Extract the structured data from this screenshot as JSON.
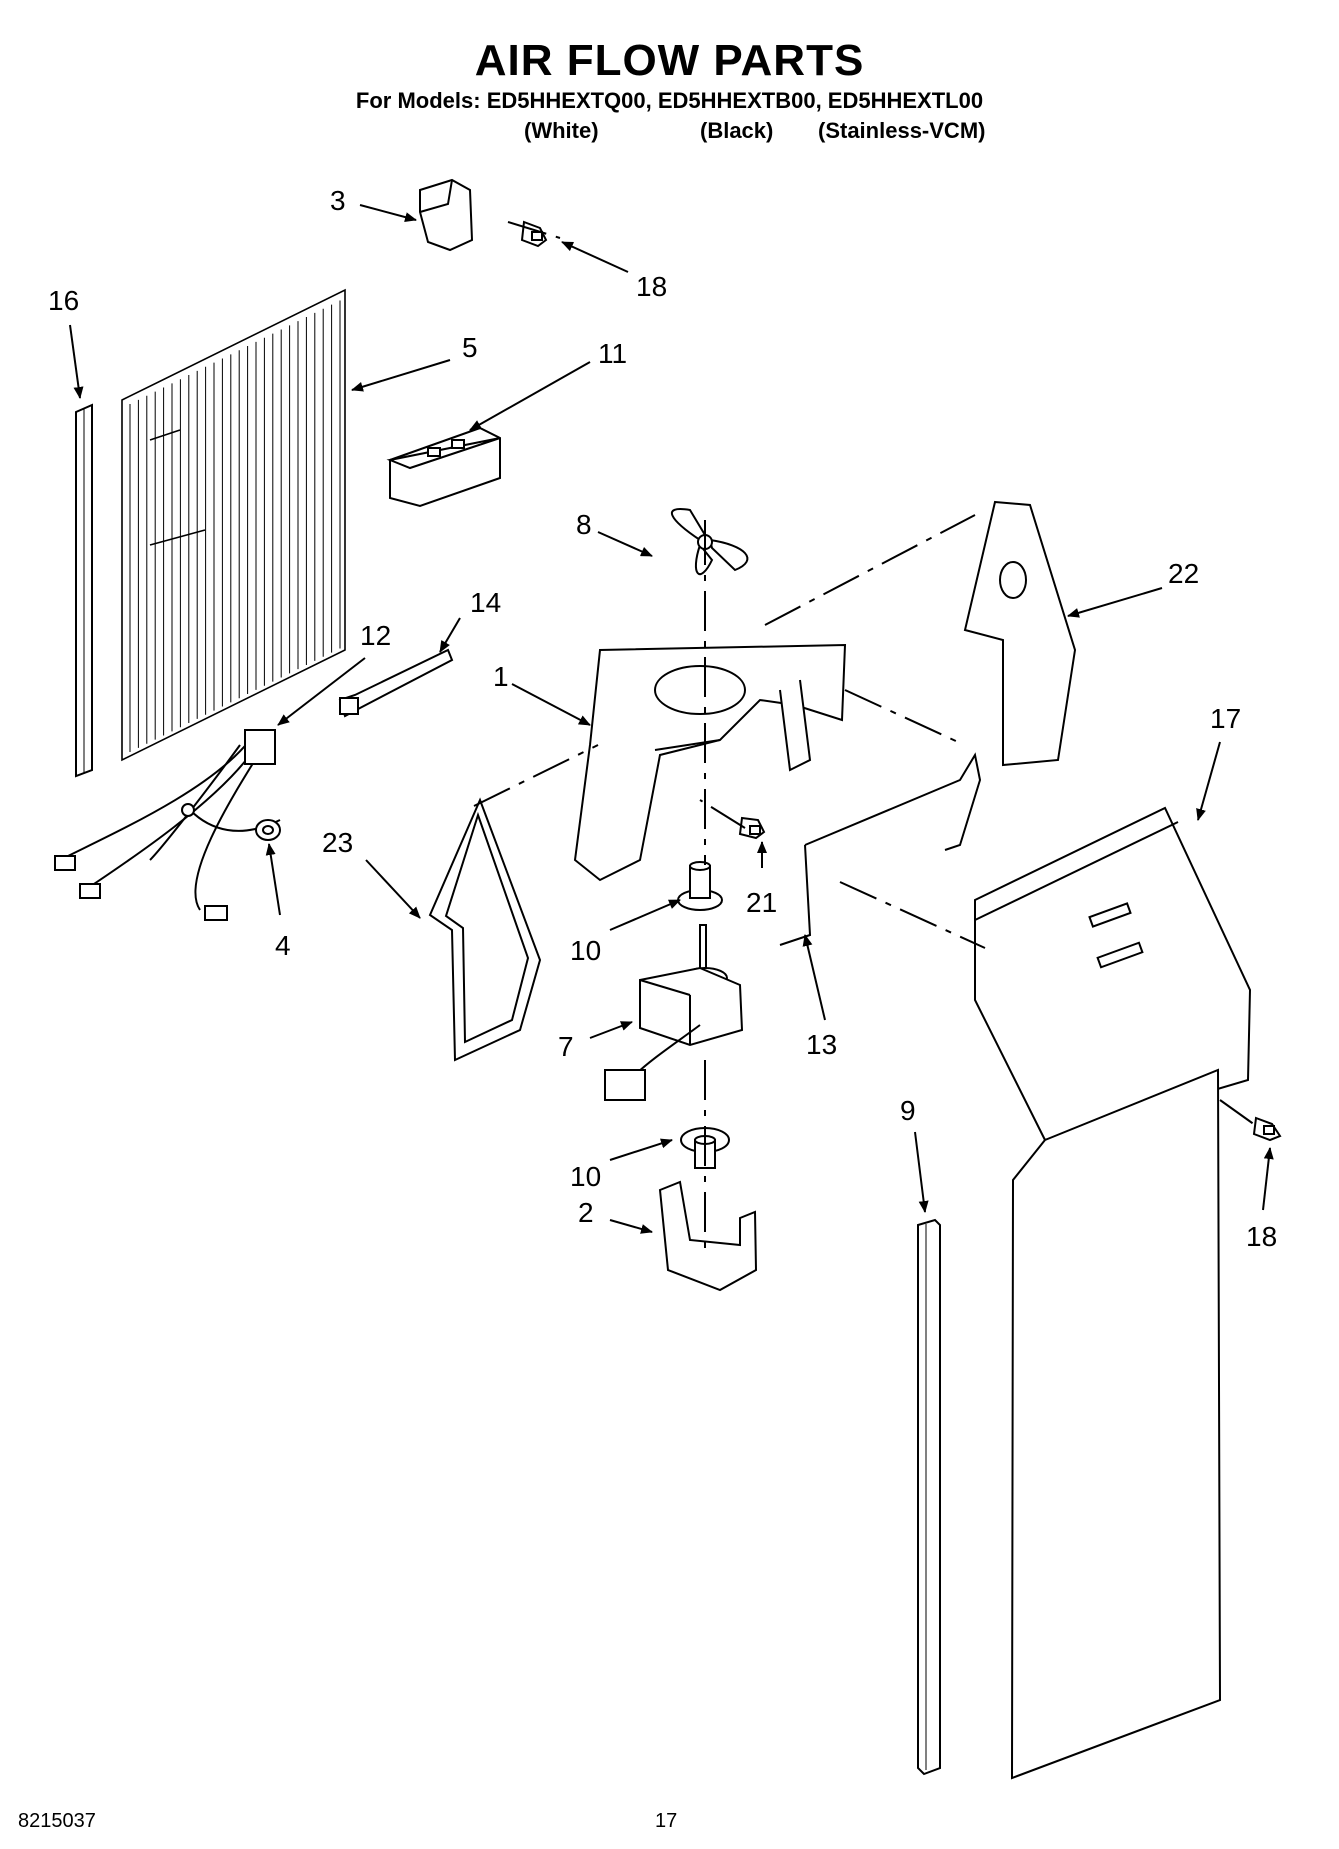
{
  "header": {
    "title": "AIR FLOW PARTS",
    "models": "For Models: ED5HHEXTQ00, ED5HHEXTB00, ED5HHEXTL00",
    "variant_white": "(White)",
    "variant_black": "(Black)",
    "variant_stainless": "(Stainless-VCM)"
  },
  "callouts": {
    "p1": "1",
    "p2": "2",
    "p3": "3",
    "p4": "4",
    "p5": "5",
    "p7": "7",
    "p8": "8",
    "p9": "9",
    "p10a": "10",
    "p10b": "10",
    "p11": "11",
    "p12": "12",
    "p13": "13",
    "p14": "14",
    "p16": "16",
    "p17": "17",
    "p18a": "18",
    "p18b": "18",
    "p21": "21",
    "p22": "22",
    "p23": "23"
  },
  "footer": {
    "doc_number": "8215037",
    "page_number": "17"
  }
}
